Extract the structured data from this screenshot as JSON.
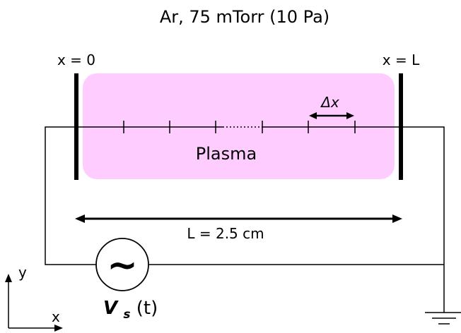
{
  "title": "Ar, 75 mTorr (10 Pa)",
  "left_electrode_label": "x = 0",
  "right_electrode_label": "x = L",
  "plasma_label": "Plasma",
  "cell_width_label": "Δx",
  "gap_label": "L = 2.5 cm",
  "source": {
    "symbol": "V",
    "subscript": "s",
    "argument": "(t)",
    "glyph": "~"
  },
  "axes": {
    "y_label": "y",
    "x_label": "x"
  },
  "colors": {
    "plasma_fill": "#ffccff",
    "line": "#000000"
  }
}
